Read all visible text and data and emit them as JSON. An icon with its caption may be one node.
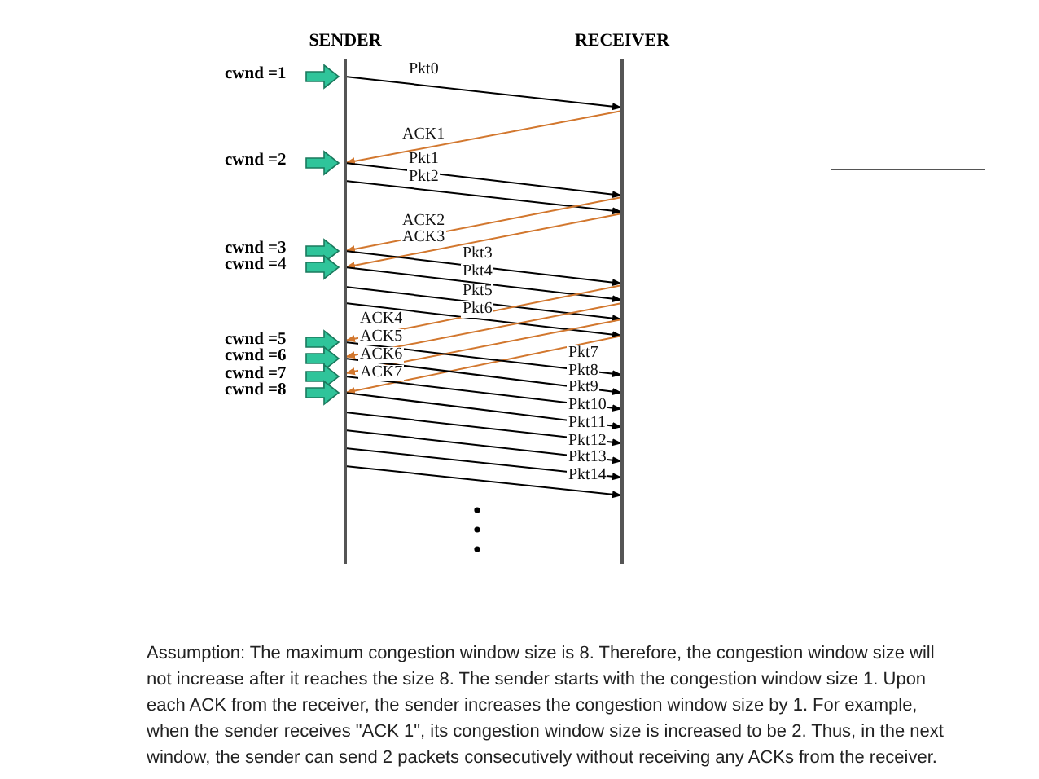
{
  "diagram": {
    "caption": "Assumption: The maximum congestion window size is 8. Therefore, the congestion window size will not increase after it reaches the size 8. The sender starts with the congestion window size 1. Upon each ACK from the receiver, the sender increases the congestion window size by 1. For example, when the sender receives \"ACK 1\", its congestion window size is increased to be 2. Thus, in the next window, the sender can send 2 packets consecutively without receiving any ACKs from the receiver.",
    "nodes": [
      {
        "text": [
          "SENDER"
        ]
      },
      {
        "text": [
          "RECEIVER"
        ]
      }
    ],
    "edges": [
      {
        "from": 0,
        "to": 1,
        "arrow": "to",
        "label": "Pkt0"
      },
      {
        "from": 1,
        "to": 0,
        "arrow": "to",
        "label": "ACK1",
        "color": "#d2772e"
      },
      {
        "from": 0,
        "to": 1,
        "arrow": "to",
        "label": "Pkt1"
      },
      {
        "from": 0,
        "to": 1,
        "arrow": "to",
        "label": "Pkt2"
      },
      {
        "from": 1,
        "to": 0,
        "arrow": "to",
        "label": "ACK2",
        "color": "#d2772e"
      },
      {
        "from": 1,
        "to": 0,
        "arrow": "to",
        "label": "ACK3",
        "color": "#d2772e"
      },
      {
        "from": 0,
        "to": 1,
        "arrow": "to",
        "label": "Pkt3"
      },
      {
        "from": 0,
        "to": 1,
        "arrow": "to",
        "label": "Pkt4"
      },
      {
        "from": 0,
        "to": 1,
        "arrow": "to",
        "label": "Pkt5"
      },
      {
        "from": 0,
        "to": 1,
        "arrow": "to",
        "label": "Pkt6"
      },
      {
        "from": 1,
        "to": 0,
        "arrow": "to",
        "label": "ACK4",
        "color": "#d2772e"
      },
      {
        "from": 1,
        "to": 0,
        "arrow": "to",
        "label": "ACK5",
        "color": "#d2772e"
      },
      {
        "from": 1,
        "to": 0,
        "arrow": "to",
        "label": "ACK6",
        "color": "#d2772e"
      },
      {
        "from": 1,
        "to": 0,
        "arrow": "to",
        "label": "ACK7",
        "color": "#d2772e"
      },
      {
        "from": 0,
        "to": 1,
        "arrow": "to",
        "label": "Pkt7"
      },
      {
        "from": 0,
        "to": 1,
        "arrow": "to",
        "label": "Pkt8"
      },
      {
        "from": 0,
        "to": 1,
        "arrow": "to",
        "label": "Pkt9"
      },
      {
        "from": 0,
        "to": 1,
        "arrow": "to",
        "label": "Pkt10"
      },
      {
        "from": 0,
        "to": 1,
        "arrow": "to",
        "label": "Pkt11"
      },
      {
        "from": 0,
        "to": 1,
        "arrow": "to",
        "label": "Pkt12"
      },
      {
        "from": 0,
        "to": 1,
        "arrow": "to",
        "label": "Pkt13"
      },
      {
        "from": 0,
        "to": 1,
        "arrow": "to",
        "label": "Pkt14"
      }
    ],
    "labels": [
      "cwnd =1",
      "cwnd =2",
      "cwnd =3",
      "cwnd =4",
      "cwnd =5",
      "cwnd =6",
      "cwnd =7",
      "cwnd =8"
    ]
  }
}
